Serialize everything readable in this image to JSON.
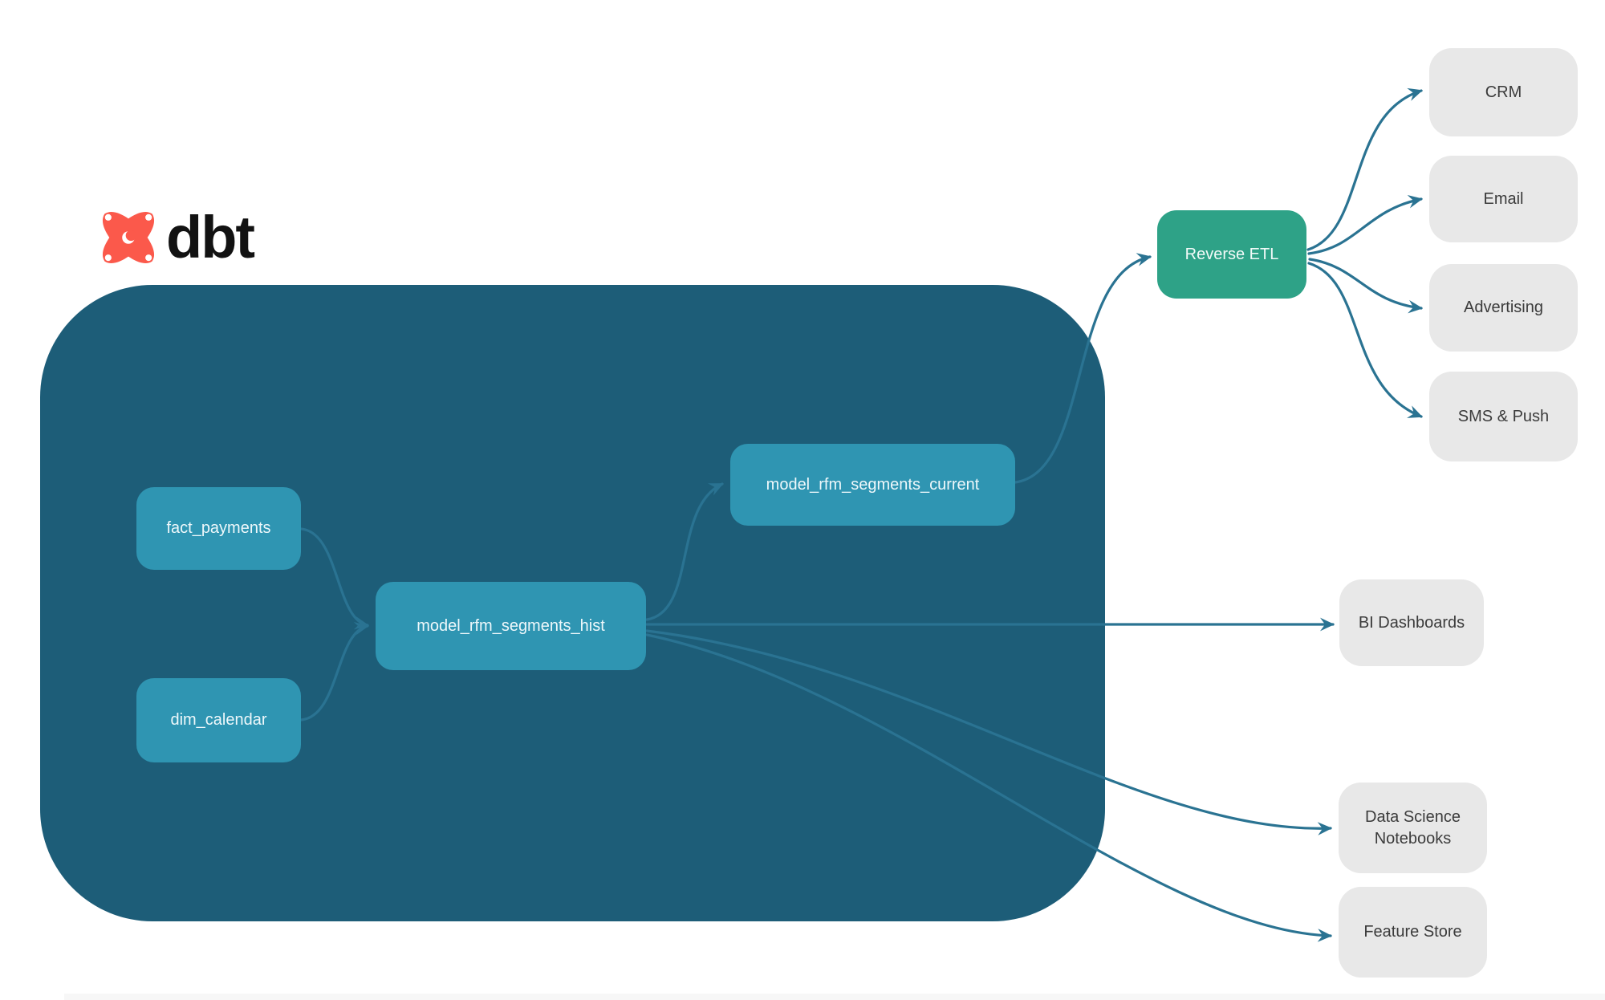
{
  "logo": {
    "brand": "dbt"
  },
  "nodes": {
    "fact_payments": "fact_payments",
    "dim_calendar": "dim_calendar",
    "model_rfm_segments_hist": "model_rfm_segments_hist",
    "model_rfm_segments_current": "model_rfm_segments_current",
    "reverse_etl": "Reverse ETL",
    "crm": "CRM",
    "email": "Email",
    "advertising": "Advertising",
    "sms_push": "SMS & Push",
    "bi_dashboards": "BI Dashboards",
    "data_science_notebooks": "Data Science Notebooks",
    "feature_store": "Feature Store"
  },
  "edges": [
    {
      "from": "fact_payments",
      "to": "model_rfm_segments_hist"
    },
    {
      "from": "dim_calendar",
      "to": "model_rfm_segments_hist"
    },
    {
      "from": "model_rfm_segments_hist",
      "to": "model_rfm_segments_current"
    },
    {
      "from": "model_rfm_segments_hist",
      "to": "bi_dashboards"
    },
    {
      "from": "model_rfm_segments_hist",
      "to": "data_science_notebooks"
    },
    {
      "from": "model_rfm_segments_hist",
      "to": "feature_store"
    },
    {
      "from": "model_rfm_segments_current",
      "to": "reverse_etl"
    },
    {
      "from": "reverse_etl",
      "to": "crm"
    },
    {
      "from": "reverse_etl",
      "to": "email"
    },
    {
      "from": "reverse_etl",
      "to": "advertising"
    },
    {
      "from": "reverse_etl",
      "to": "sms_push"
    }
  ],
  "colors": {
    "warehouse_container": "#1d5d78",
    "model_node": "#2f95b2",
    "reverse_etl_node": "#2ea287",
    "destination_node": "#e8e8e8",
    "connector": "#2a7392",
    "logo_orange": "#fb594b",
    "node_text_light": "#eef8fb",
    "node_text_dark": "#3b3b3b"
  }
}
